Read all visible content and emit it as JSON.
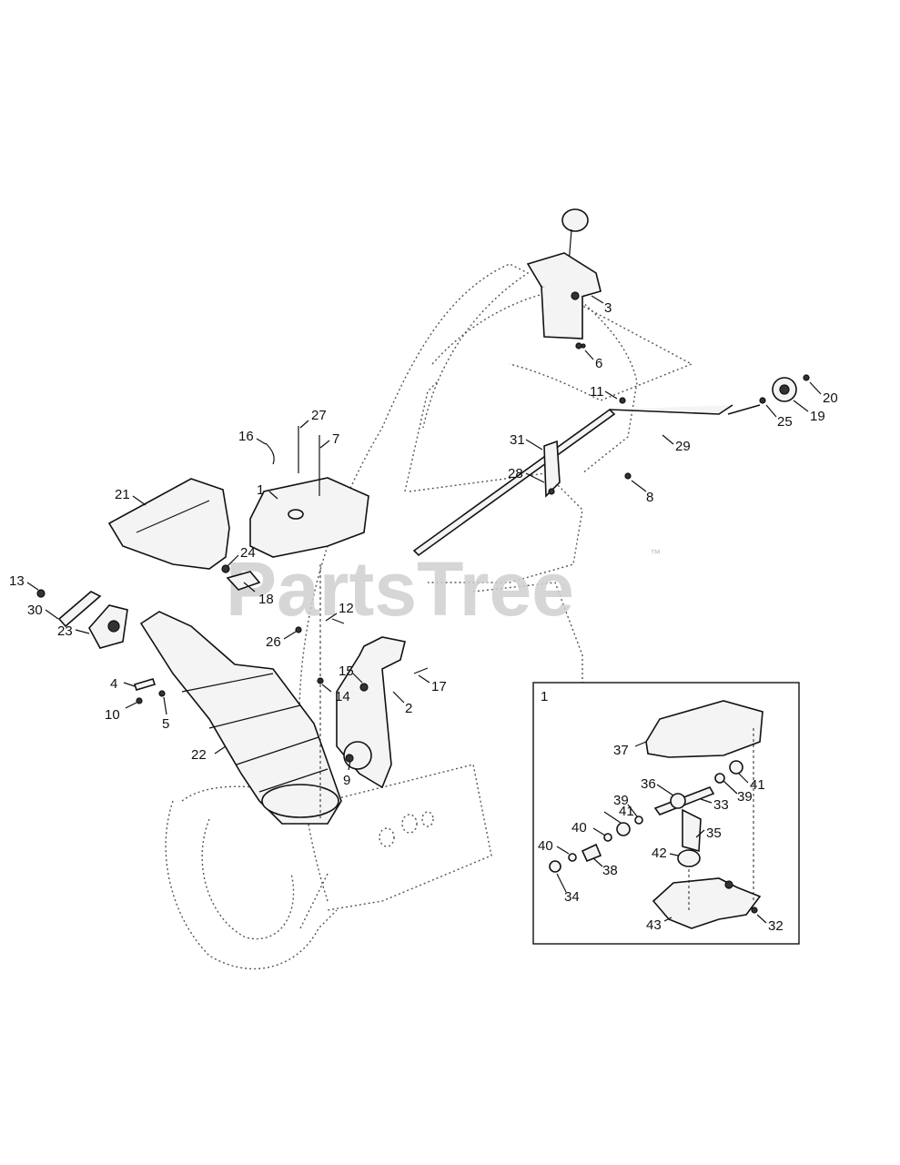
{
  "watermark": {
    "text": "PartsTree",
    "trademark": "™"
  },
  "callouts": [
    "27",
    "16",
    "7",
    "21",
    "1",
    "24",
    "18",
    "13",
    "30",
    "23",
    "4",
    "10",
    "5",
    "22",
    "12",
    "26",
    "15",
    "14",
    "17",
    "2",
    "9",
    "3",
    "6",
    "11",
    "20",
    "25",
    "19",
    "29",
    "31",
    "28",
    "8"
  ],
  "inset": {
    "title": "1",
    "callouts": [
      "37",
      "41",
      "36",
      "39",
      "33",
      "41",
      "39",
      "35",
      "40",
      "40",
      "38",
      "42",
      "34",
      "43",
      "32"
    ]
  }
}
